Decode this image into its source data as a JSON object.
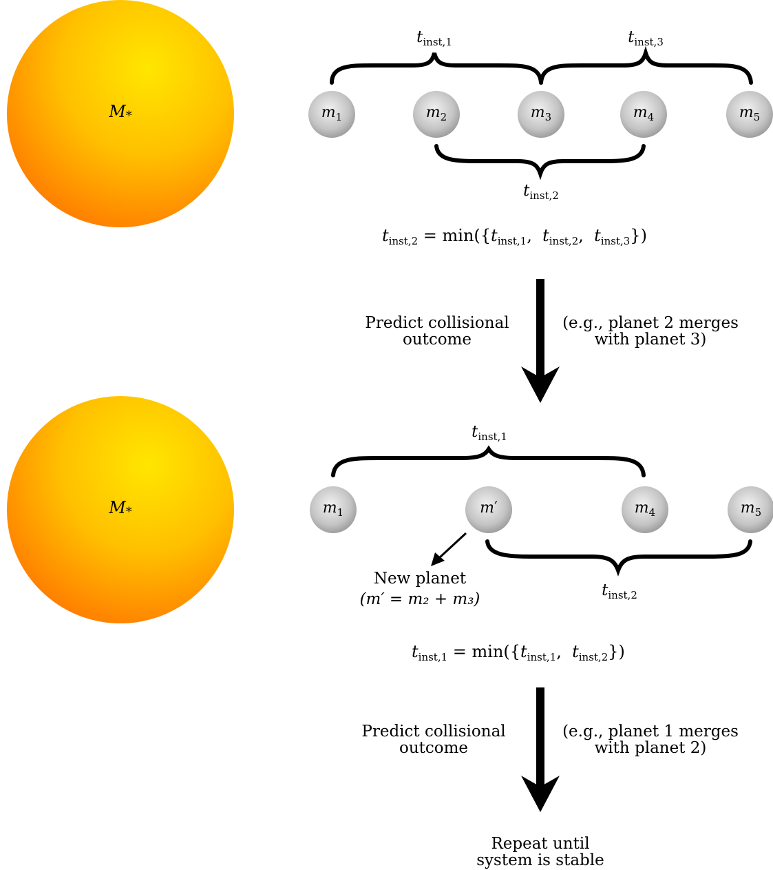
{
  "star_label_base": "M",
  "star_label_sub": "*",
  "panel1": {
    "planets": [
      {
        "base": "m",
        "sub": "1"
      },
      {
        "base": "m",
        "sub": "2"
      },
      {
        "base": "m",
        "sub": "3"
      },
      {
        "base": "m",
        "sub": "4"
      },
      {
        "base": "m",
        "sub": "5"
      }
    ],
    "braces": [
      {
        "base": "t",
        "sub": "inst,1"
      },
      {
        "base": "t",
        "sub": "inst,3"
      },
      {
        "base": "t",
        "sub": "inst,2"
      }
    ],
    "equation": {
      "lhs_base": "t",
      "lhs_sub": "inst,2",
      "mid": " = min({",
      "terms": [
        {
          "base": "t",
          "sub": "inst,1"
        },
        {
          "base": "t",
          "sub": "inst,2"
        },
        {
          "base": "t",
          "sub": "inst,3"
        }
      ],
      "end": "})"
    }
  },
  "step1": {
    "left_text": [
      "Predict collisional",
      "outcome"
    ],
    "right_text": [
      "(e.g., planet 2 merges",
      "with planet 3)"
    ]
  },
  "panel2": {
    "planets": [
      {
        "base": "m",
        "sub": "1"
      },
      {
        "base": "m",
        "sub": "′"
      },
      {
        "base": "m",
        "sub": "4"
      },
      {
        "base": "m",
        "sub": "5"
      }
    ],
    "braces": [
      {
        "base": "t",
        "sub": "inst,1"
      },
      {
        "base": "t",
        "sub": "inst,2"
      }
    ],
    "new_planet_line1": "New planet",
    "new_planet_line2": "(m′ = m₂ + m₃)",
    "equation": {
      "lhs_base": "t",
      "lhs_sub": "inst,1",
      "mid": " = min({",
      "terms": [
        {
          "base": "t",
          "sub": "inst,1"
        },
        {
          "base": "t",
          "sub": "inst,2"
        }
      ],
      "end": "})"
    }
  },
  "step2": {
    "left_text": [
      "Predict collisional",
      "outcome"
    ],
    "right_text": [
      "(e.g., planet 1 merges",
      "with planet 2)"
    ]
  },
  "final_text": [
    "Repeat until",
    "system is stable"
  ],
  "colors": {
    "star_center": "#ffe600",
    "star_edge": "#ff6a00",
    "planet_light": "#f2f2f2",
    "planet_dark": "#8a8a8a",
    "ink": "#000000"
  }
}
